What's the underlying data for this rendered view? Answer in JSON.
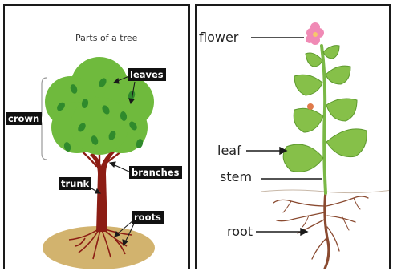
{
  "tree_panel": {
    "title": "Parts of a tree",
    "labels": {
      "leaves": "leaves",
      "crown": "crown",
      "trunk": "trunk",
      "branches": "branches",
      "roots": "roots"
    }
  },
  "plant_panel": {
    "labels": {
      "flower": "flower",
      "leaf": "leaf",
      "stem": "stem",
      "root": "root"
    }
  },
  "colors": {
    "crown": "#6fba3d",
    "leaf_mark": "#2f8a2c",
    "trunk": "#8c1d14",
    "ground": "#d2b36e",
    "plant_leaf": "#86c049",
    "stem": "#7ab846",
    "petal": "#f08ab5",
    "root": "#8a4a30",
    "label_bg": "#111111"
  }
}
